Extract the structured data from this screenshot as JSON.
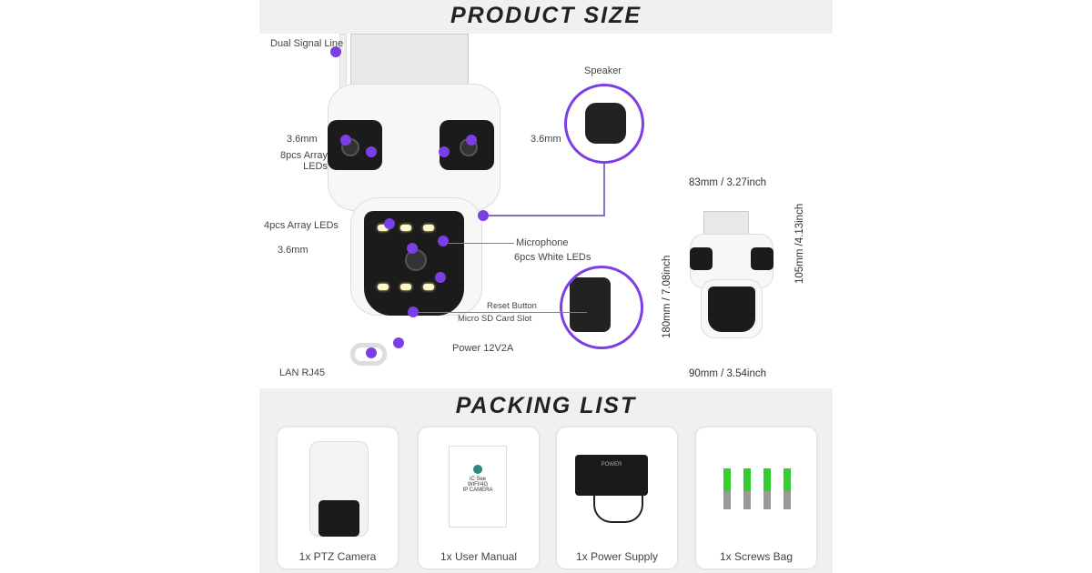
{
  "headers": {
    "product_size": "PRODUCT SIZE",
    "packing_list": "PACKING LIST"
  },
  "callouts": {
    "dual_signal": "Dual Signal Line",
    "speaker": "Speaker",
    "lens_left": "3.6mm",
    "lens_right": "3.6mm",
    "array_leds_8": "8pcs Array LEDs",
    "array_leds_4": "4pcs Array LEDs",
    "lens_bottom": "3.6mm",
    "microphone": "Microphone",
    "white_leds": "6pcs White LEDs",
    "reset": "Reset Button",
    "sd_slot": "Micro SD Card Slot",
    "power": "Power 12V2A",
    "lan": "LAN RJ45"
  },
  "dimensions": {
    "width_top": "83mm / 3.27inch",
    "height_upper": "105mm /4.13inch",
    "height_total": "180mm / 7.08inch",
    "width_bottom": "90mm / 3.54inch"
  },
  "packing": [
    {
      "label": "1x PTZ Camera"
    },
    {
      "label": "1x User Manual",
      "manual_text": [
        "iC See",
        "WIFI/4G",
        "IP CAMERA"
      ]
    },
    {
      "label": "1x Power Supply",
      "brand": "POWER"
    },
    {
      "label": "1x Screws Bag"
    }
  ],
  "colors": {
    "accent": "#7b3fe4"
  }
}
